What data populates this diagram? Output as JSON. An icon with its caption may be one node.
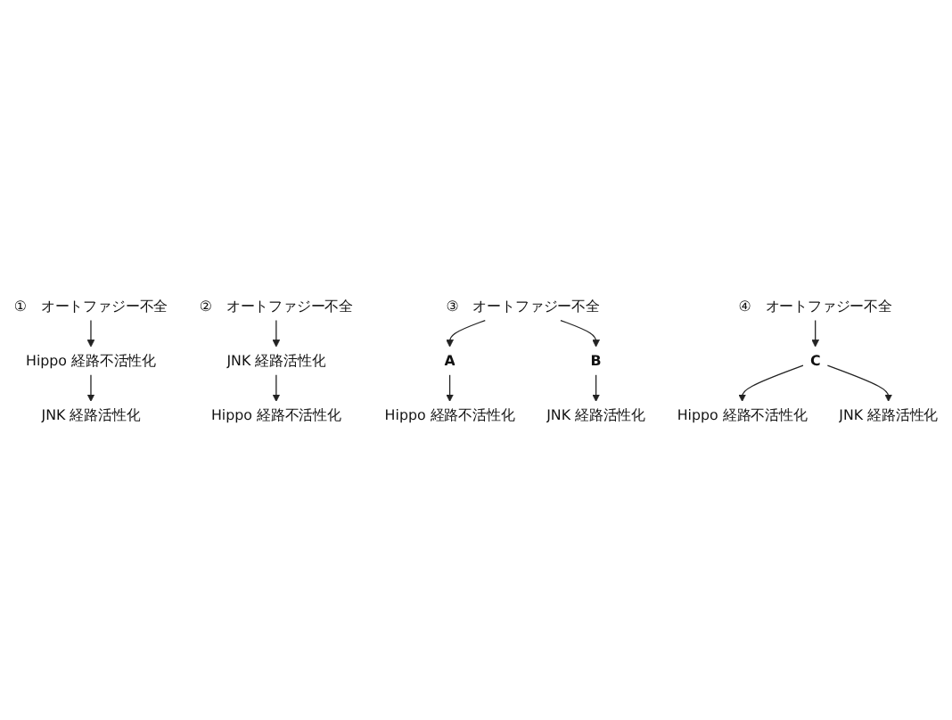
{
  "diagram": {
    "nodes": [
      {
        "text": [
          "オートファジー不全"
        ],
        "beside": [
          "①"
        ]
      },
      {
        "text": [
          "Hippo 経路不活性化"
        ]
      },
      {
        "text": [
          "JNK 経路活性化"
        ]
      },
      {
        "text": [
          "オートファジー不全"
        ],
        "beside": [
          "②"
        ]
      },
      {
        "text": [
          "JNK 経路活性化"
        ]
      },
      {
        "text": [
          "Hippo 経路不活性化"
        ]
      },
      {
        "text": [
          "オートファジー不全"
        ],
        "beside": [
          "③"
        ]
      },
      {
        "text": [
          "A"
        ]
      },
      {
        "text": [
          "B"
        ]
      },
      {
        "text": [
          "Hippo 経路不活性化"
        ]
      },
      {
        "text": [
          "JNK 経路活性化"
        ]
      },
      {
        "text": [
          "オートファジー不全"
        ],
        "beside": [
          "④"
        ]
      },
      {
        "text": [
          "C"
        ]
      },
      {
        "text": [
          "Hippo 経路不活性化"
        ]
      },
      {
        "text": [
          "JNK 経路活性化"
        ]
      }
    ],
    "edges": [
      {
        "from": 0,
        "to": 1,
        "arrow": "to"
      },
      {
        "from": 1,
        "to": 2,
        "arrow": "to"
      },
      {
        "from": 3,
        "to": 4,
        "arrow": "to"
      },
      {
        "from": 4,
        "to": 5,
        "arrow": "to"
      },
      {
        "from": 6,
        "to": 7,
        "arrow": "to"
      },
      {
        "from": 6,
        "to": 8,
        "arrow": "to"
      },
      {
        "from": 7,
        "to": 9,
        "arrow": "to"
      },
      {
        "from": 8,
        "to": 10,
        "arrow": "to"
      },
      {
        "from": 11,
        "to": 12,
        "arrow": "to"
      },
      {
        "from": 12,
        "to": 13,
        "arrow": "to"
      },
      {
        "from": 12,
        "to": 14,
        "arrow": "to"
      }
    ]
  }
}
